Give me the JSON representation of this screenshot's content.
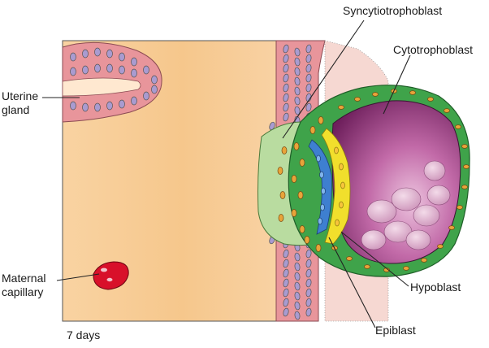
{
  "labels": {
    "syncytiotrophoblast": "Syncytiotrophoblast",
    "cytotrophoblast": "Cytotrophoblast",
    "uterine_gland_line1": "Uterine",
    "uterine_gland_line2": "gland",
    "maternal_capillary_line1": "Maternal",
    "maternal_capillary_line2": "capillary",
    "hypoblast": "Hypoblast",
    "epiblast": "Epiblast",
    "stage": "7 days"
  },
  "colors": {
    "endometrium": "#f6c98f",
    "epithelium": "#e8959b",
    "cell_nucleus": "#a99bd0",
    "trophoblast_green": "#3fa34a",
    "nucleus_orange": "#e8a43a",
    "epiblast_blue": "#3e7fd0",
    "hypoblast_yellow": "#f1df2c",
    "cavity_purple": "#a23f8c",
    "capillary_red": "#d8102a"
  }
}
